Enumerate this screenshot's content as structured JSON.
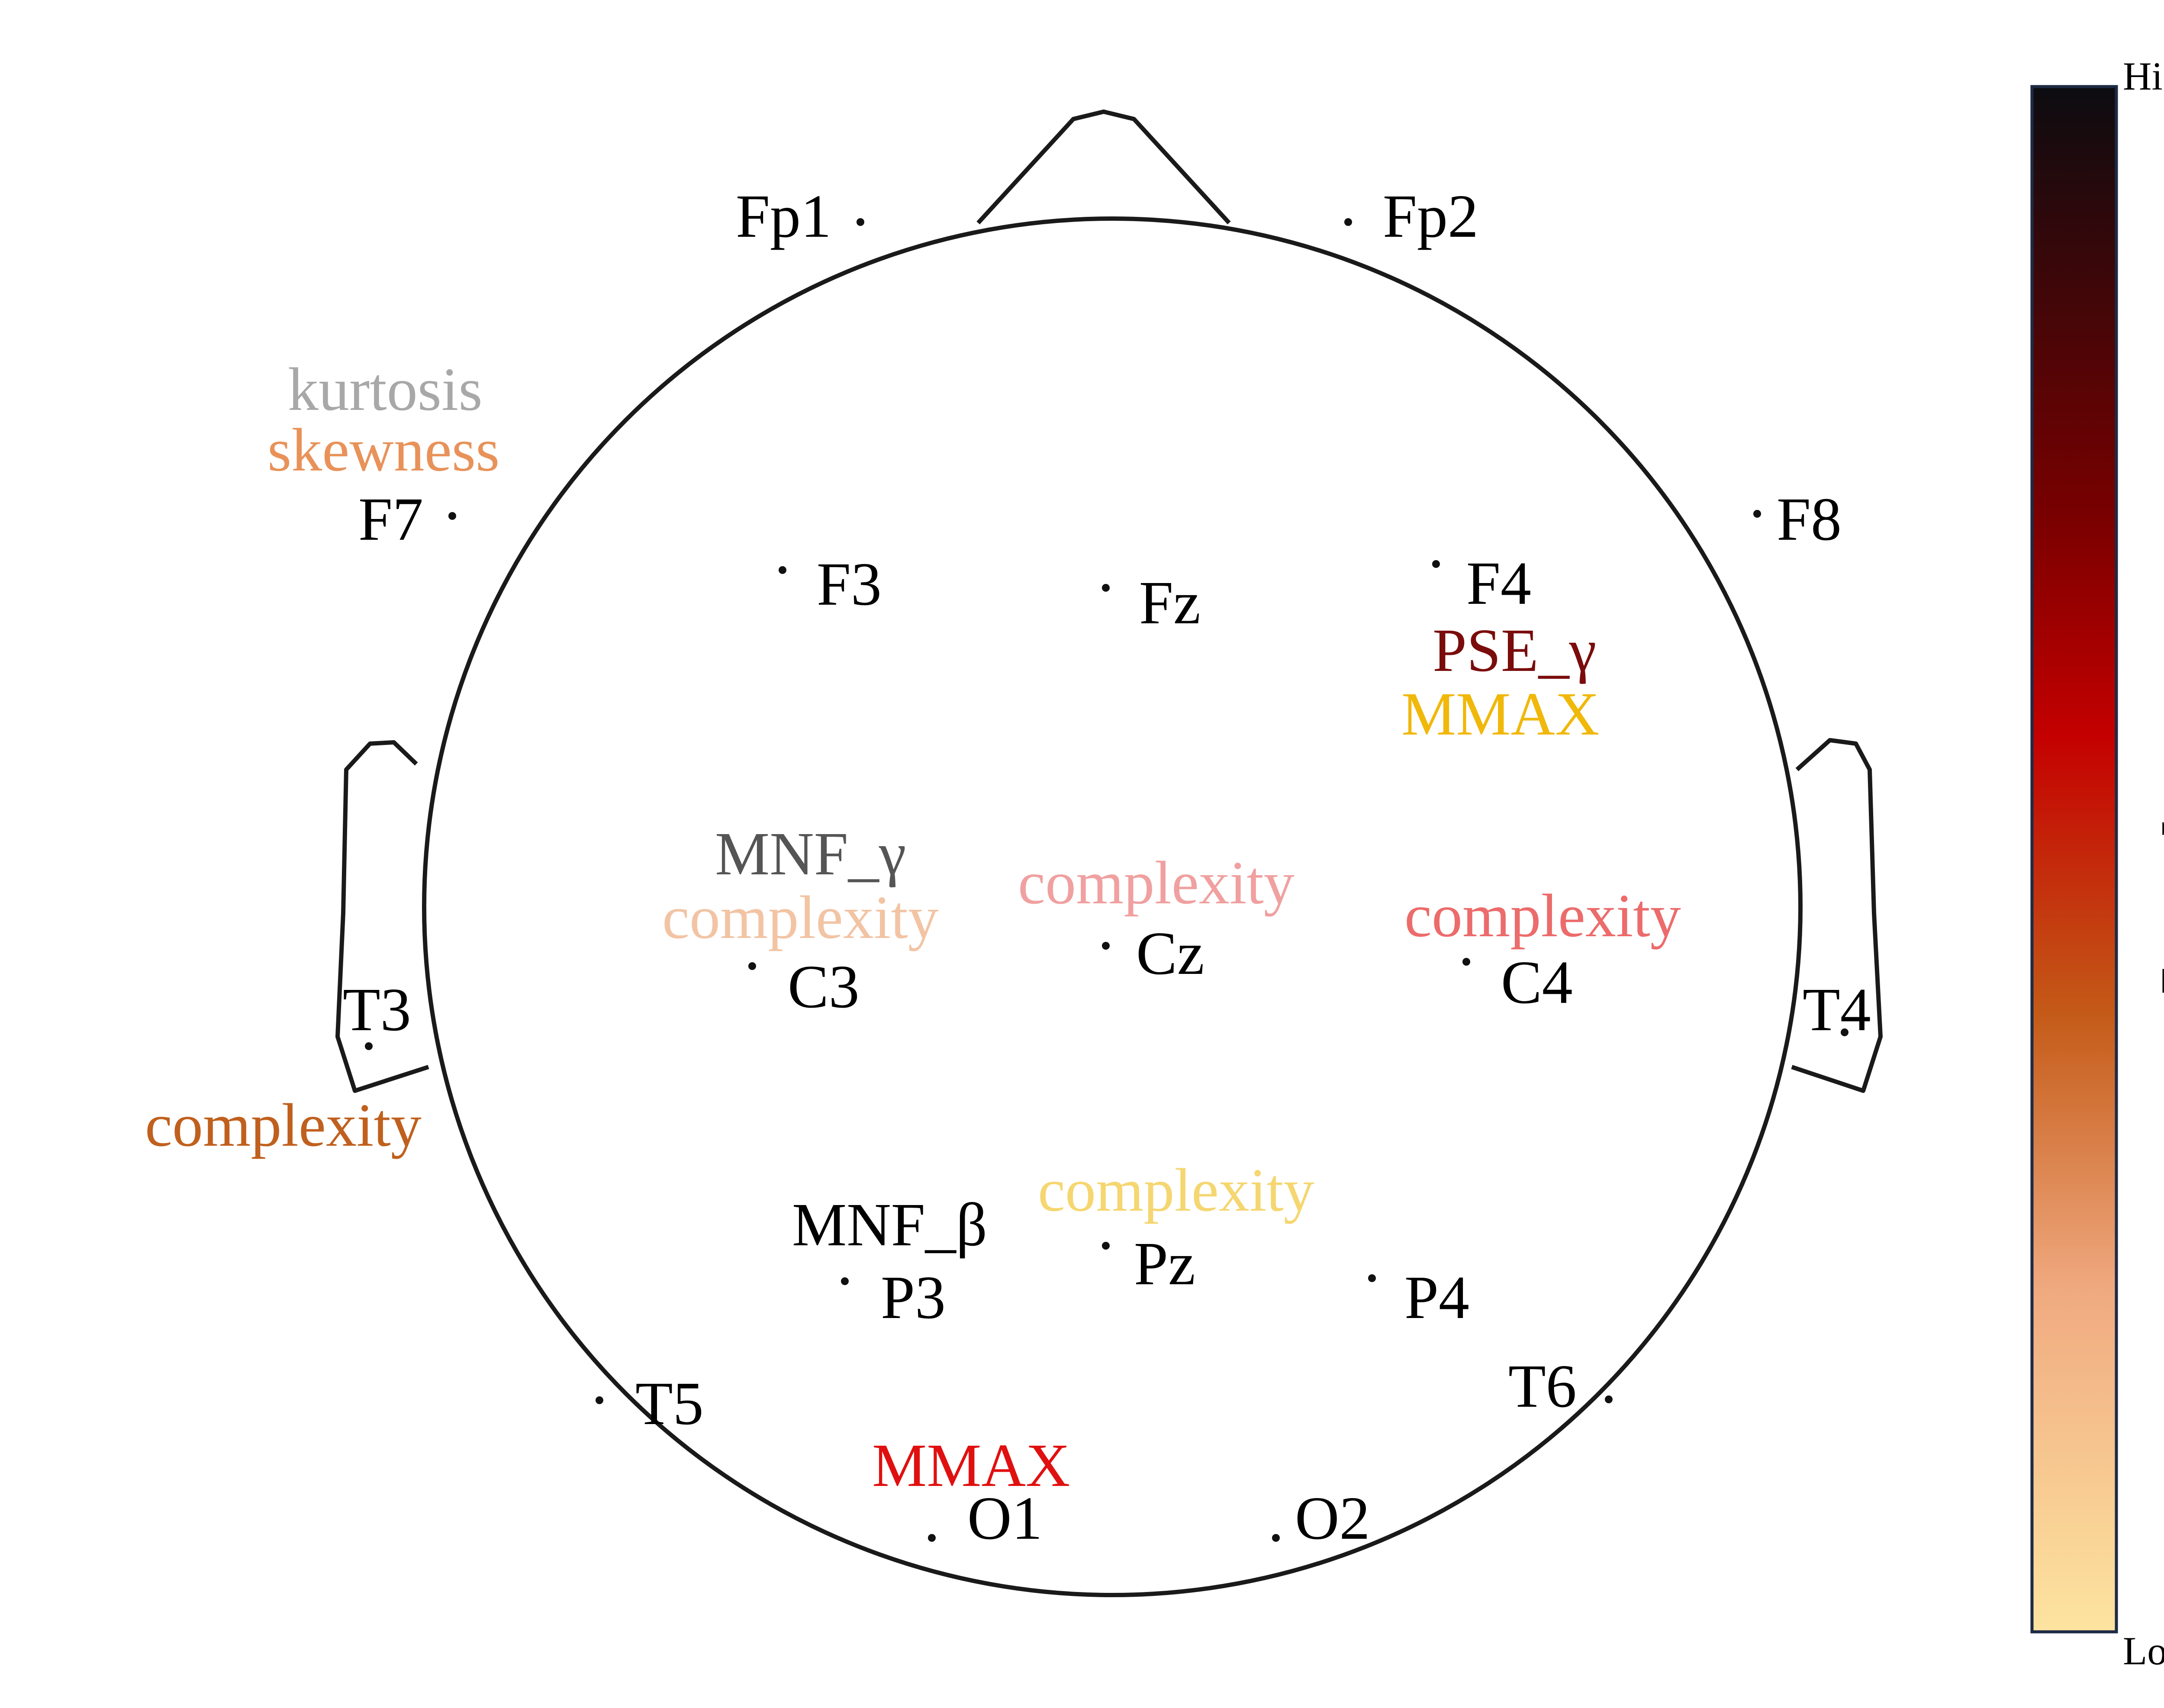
{
  "electrodes": [
    {
      "id": "Fp1",
      "label": "Fp1"
    },
    {
      "id": "Fp2",
      "label": "Fp2"
    },
    {
      "id": "F7",
      "label": "F7"
    },
    {
      "id": "F8",
      "label": "F8"
    },
    {
      "id": "F3",
      "label": "F3"
    },
    {
      "id": "Fz",
      "label": "Fz"
    },
    {
      "id": "F4",
      "label": "F4"
    },
    {
      "id": "T3",
      "label": "T3"
    },
    {
      "id": "T4",
      "label": "T4"
    },
    {
      "id": "C3",
      "label": "C3"
    },
    {
      "id": "Cz",
      "label": "Cz"
    },
    {
      "id": "C4",
      "label": "C4"
    },
    {
      "id": "T5",
      "label": "T5"
    },
    {
      "id": "T6",
      "label": "T6"
    },
    {
      "id": "P3",
      "label": "P3"
    },
    {
      "id": "Pz",
      "label": "Pz"
    },
    {
      "id": "P4",
      "label": "P4"
    },
    {
      "id": "O1",
      "label": "O1"
    },
    {
      "id": "O2",
      "label": "O2"
    }
  ],
  "features": [
    {
      "id": "kurtosis-F7",
      "text": "kurtosis",
      "color": "#a8a8a8"
    },
    {
      "id": "skewness-F7",
      "text": "skewness",
      "color": "#e8925a"
    },
    {
      "id": "pse-gamma-F4",
      "text": "PSE_γ",
      "color": "#7a0c0c"
    },
    {
      "id": "mmax-F4",
      "text": "MMAX",
      "color": "#f0b80a"
    },
    {
      "id": "mnf-gamma-C3",
      "text": "MNF_γ",
      "color": "#555555"
    },
    {
      "id": "complexity-C3",
      "text": "complexity",
      "color": "#f2c4a4"
    },
    {
      "id": "complexity-Cz",
      "text": "complexity",
      "color": "#f0a0a0"
    },
    {
      "id": "complexity-C4",
      "text": "complexity",
      "color": "#ec6b6b"
    },
    {
      "id": "complexity-T3",
      "text": "complexity",
      "color": "#c0601e"
    },
    {
      "id": "complexity-Pz",
      "text": "complexity",
      "color": "#f5d670"
    },
    {
      "id": "mnf-beta-P3",
      "text": "MNF_β",
      "color": "#000000"
    },
    {
      "id": "mmax-O1",
      "text": "MMAX",
      "color": "#e01010"
    }
  ],
  "colorbar": {
    "title": "Feature Importance",
    "high_label": "High",
    "low_label": "Low",
    "colors": {
      "high": "#0c0c10",
      "upper": "#7a0000",
      "mid_high": "#c40000",
      "mid": "#c45a18",
      "mid_low": "#f0aa80",
      "low": "#fde4a0"
    },
    "border_color": "#1e2a44"
  },
  "head": {
    "outline_color": "#1a1a1a"
  }
}
